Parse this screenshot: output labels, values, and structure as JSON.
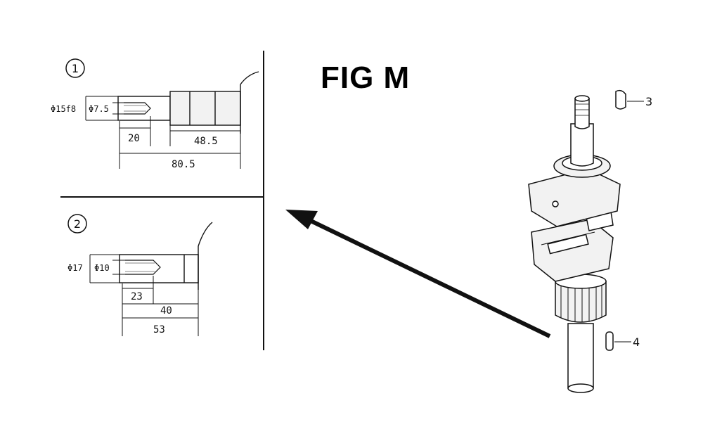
{
  "figure": {
    "title": "FIG M"
  },
  "detail_1": {
    "number": "1",
    "diameter_outer": "Φ15f8",
    "diameter_inner": "Φ7.5",
    "dim_thread": "20",
    "dim_shaft": "48.5",
    "dim_total": "80.5"
  },
  "detail_2": {
    "number": "2",
    "diameter_outer": "Φ17",
    "diameter_inner": "Φ10",
    "dim_thread": "23",
    "dim_shaft": "40",
    "dim_total": "53"
  },
  "callouts": {
    "part_3": "3",
    "part_4": "4"
  },
  "colors": {
    "line": "#111111",
    "fill_light": "#f2f2f2"
  }
}
